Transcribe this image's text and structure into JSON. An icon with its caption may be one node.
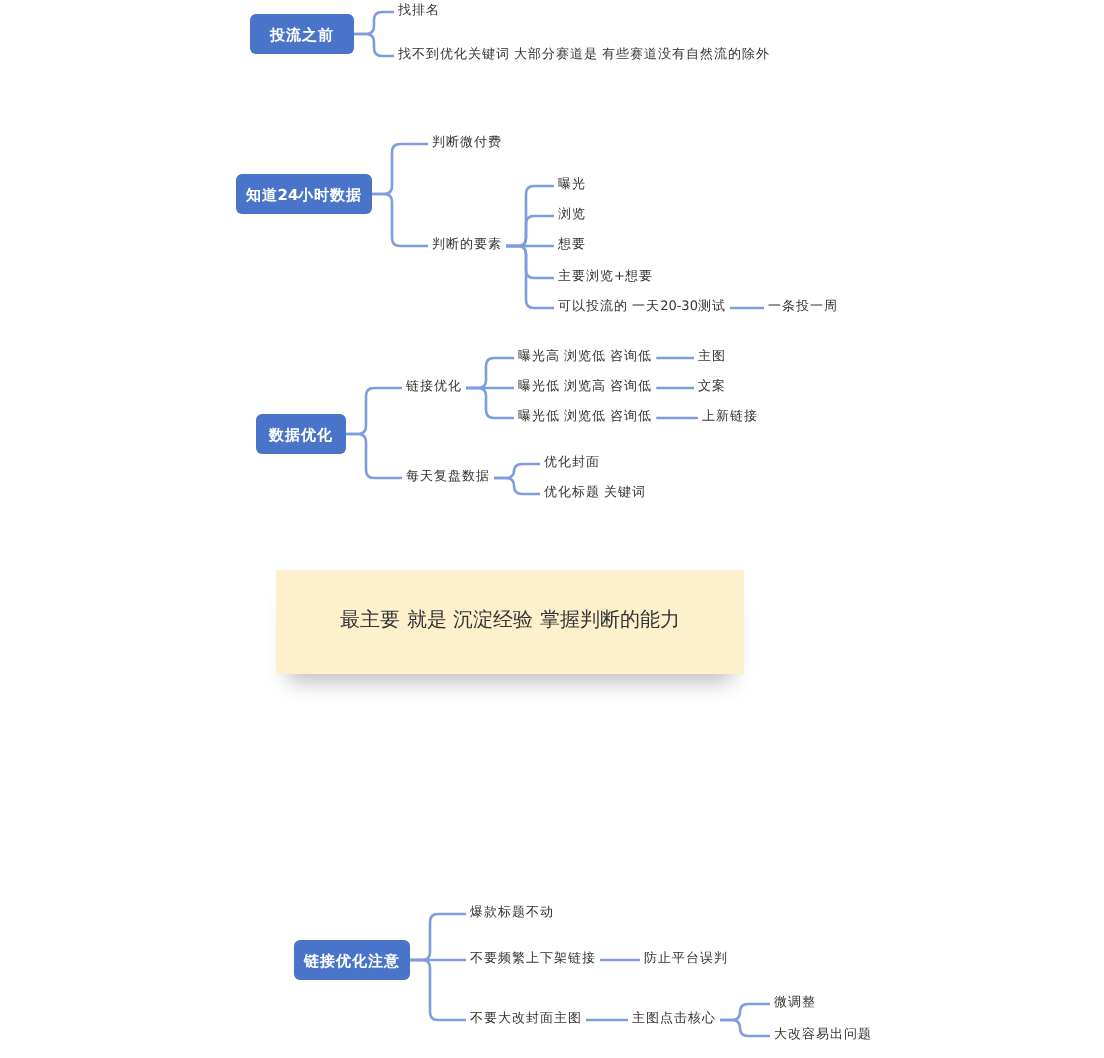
{
  "diagram": {
    "nodes": [
      {
        "text": [
          "投流之前"
        ]
      },
      {
        "text": [
          "找排名"
        ]
      },
      {
        "text": [
          "找不到优化关键词 大部分赛道是 有些赛道没有自然流的除外"
        ]
      },
      {
        "text": [
          "知道24小时数据"
        ]
      },
      {
        "text": [
          "判断微付费"
        ]
      },
      {
        "text": [
          "判断的要素"
        ]
      },
      {
        "text": [
          "曝光"
        ]
      },
      {
        "text": [
          "浏览"
        ]
      },
      {
        "text": [
          "想要"
        ]
      },
      {
        "text": [
          "主要浏览+想要"
        ]
      },
      {
        "text": [
          "可以投流的 一天20-30测试"
        ]
      },
      {
        "text": [
          "一条投一周"
        ]
      },
      {
        "text": [
          "数据优化"
        ]
      },
      {
        "text": [
          "链接优化"
        ]
      },
      {
        "text": [
          "曝光高 浏览低 咨询低"
        ]
      },
      {
        "text": [
          "主图"
        ]
      },
      {
        "text": [
          "曝光低 浏览高 咨询低"
        ]
      },
      {
        "text": [
          "文案"
        ]
      },
      {
        "text": [
          "曝光低 浏览低 咨询低"
        ]
      },
      {
        "text": [
          "上新链接"
        ]
      },
      {
        "text": [
          "每天复盘数据"
        ]
      },
      {
        "text": [
          "优化封面"
        ]
      },
      {
        "text": [
          "优化标题 关键词"
        ]
      },
      {
        "text": [
          "最主要 就是 沉淀经验 掌握判断的能力"
        ]
      },
      {
        "text": [
          "链接优化注意"
        ]
      },
      {
        "text": [
          "爆款标题不动"
        ]
      },
      {
        "text": [
          "不要频繁上下架链接"
        ]
      },
      {
        "text": [
          "防止平台误判"
        ]
      },
      {
        "text": [
          "不要大改封面主图"
        ]
      },
      {
        "text": [
          "主图点击核心"
        ]
      },
      {
        "text": [
          "微调整"
        ]
      },
      {
        "text": [
          "大改容易出问题"
        ]
      }
    ],
    "edges": [
      {
        "from": 0,
        "to": 1,
        "arrow": "none"
      },
      {
        "from": 0,
        "to": 2,
        "arrow": "none"
      },
      {
        "from": 3,
        "to": 4,
        "arrow": "none"
      },
      {
        "from": 3,
        "to": 5,
        "arrow": "none"
      },
      {
        "from": 5,
        "to": 6,
        "arrow": "none"
      },
      {
        "from": 5,
        "to": 7,
        "arrow": "none"
      },
      {
        "from": 5,
        "to": 8,
        "arrow": "none"
      },
      {
        "from": 5,
        "to": 9,
        "arrow": "none"
      },
      {
        "from": 5,
        "to": 10,
        "arrow": "none"
      },
      {
        "from": 10,
        "to": 11,
        "arrow": "none"
      },
      {
        "from": 12,
        "to": 13,
        "arrow": "none"
      },
      {
        "from": 12,
        "to": 20,
        "arrow": "none"
      },
      {
        "from": 13,
        "to": 14,
        "arrow": "none"
      },
      {
        "from": 13,
        "to": 16,
        "arrow": "none"
      },
      {
        "from": 13,
        "to": 18,
        "arrow": "none"
      },
      {
        "from": 14,
        "to": 15,
        "arrow": "none"
      },
      {
        "from": 16,
        "to": 17,
        "arrow": "none"
      },
      {
        "from": 18,
        "to": 19,
        "arrow": "none"
      },
      {
        "from": 20,
        "to": 21,
        "arrow": "none"
      },
      {
        "from": 20,
        "to": 22,
        "arrow": "none"
      },
      {
        "from": 24,
        "to": 25,
        "arrow": "none"
      },
      {
        "from": 24,
        "to": 26,
        "arrow": "none"
      },
      {
        "from": 24,
        "to": 28,
        "arrow": "none"
      },
      {
        "from": 26,
        "to": 27,
        "arrow": "none"
      },
      {
        "from": 28,
        "to": 29,
        "arrow": "none"
      },
      {
        "from": 29,
        "to": 30,
        "arrow": "none"
      },
      {
        "from": 29,
        "to": 31,
        "arrow": "none"
      }
    ]
  }
}
